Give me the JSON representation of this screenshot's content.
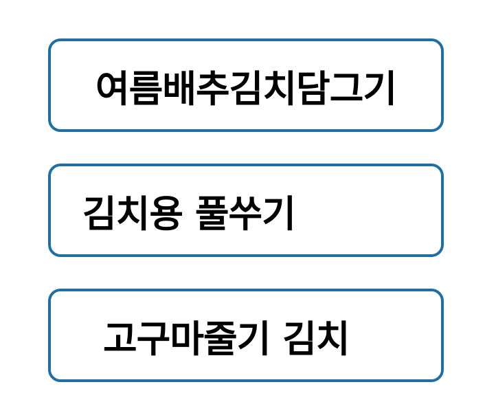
{
  "items": [
    {
      "label": "여름배추김치담그기"
    },
    {
      "label": "김치용 풀쑤기"
    },
    {
      "label": "고구마줄기 김치"
    }
  ],
  "colors": {
    "border": "#1f6fa3",
    "text": "#000000",
    "background": "#ffffff"
  }
}
